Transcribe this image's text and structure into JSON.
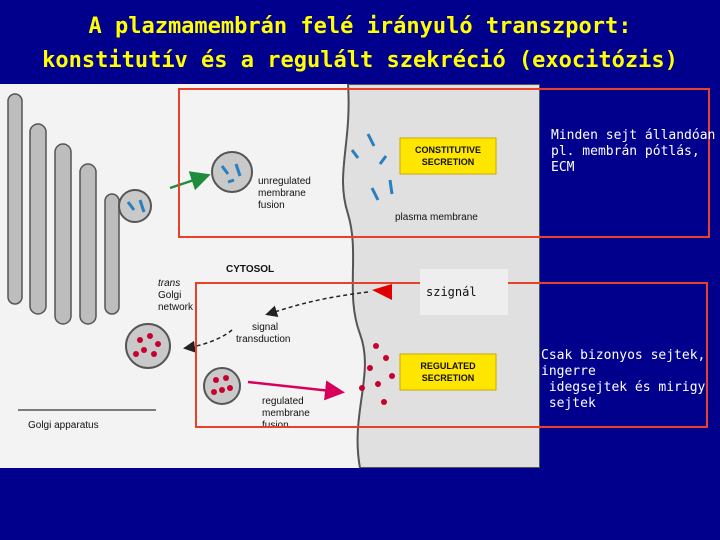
{
  "title": {
    "line1": "A plazmamembrán felé irányuló transzport:",
    "line2": "konstitutív és a regulált szekréció (exocitózis)"
  },
  "diagram": {
    "constitutive_label_1": "CONSTITUTIVE",
    "constitutive_label_2": "SECRETION",
    "unregulated_1": "unregulated",
    "unregulated_2": "membrane",
    "unregulated_3": "fusion",
    "plasma_membrane": "plasma membrane",
    "cytosol": "CYTOSOL",
    "trans": "trans",
    "golgi": "Golgi",
    "network": "network",
    "signal_1": "signal",
    "signal_2": "transduction",
    "regulated_label_1": "REGULATED",
    "regulated_label_2": "SECRETION",
    "regulated_1": "regulated",
    "regulated_2": "membrane",
    "regulated_3": "fusion",
    "golgi_apparatus": "Golgi apparatus"
  },
  "notes": {
    "constitutive": "Minden sejt állandóan\npl. membrán pótlás,\nECM",
    "signal": "szignál",
    "regulated": "Csak bizonyos sejtek,\ningerre\n idegsejtek és mirigy\n sejtek"
  },
  "colors": {
    "background": "#00008c",
    "title": "#ffff00",
    "highlight_box": "#e8402a",
    "label_box": "#ffe600",
    "vesicle": "#c8002d",
    "arrow_green": "#1e8c3c",
    "arrow_magenta": "#d8005a"
  }
}
